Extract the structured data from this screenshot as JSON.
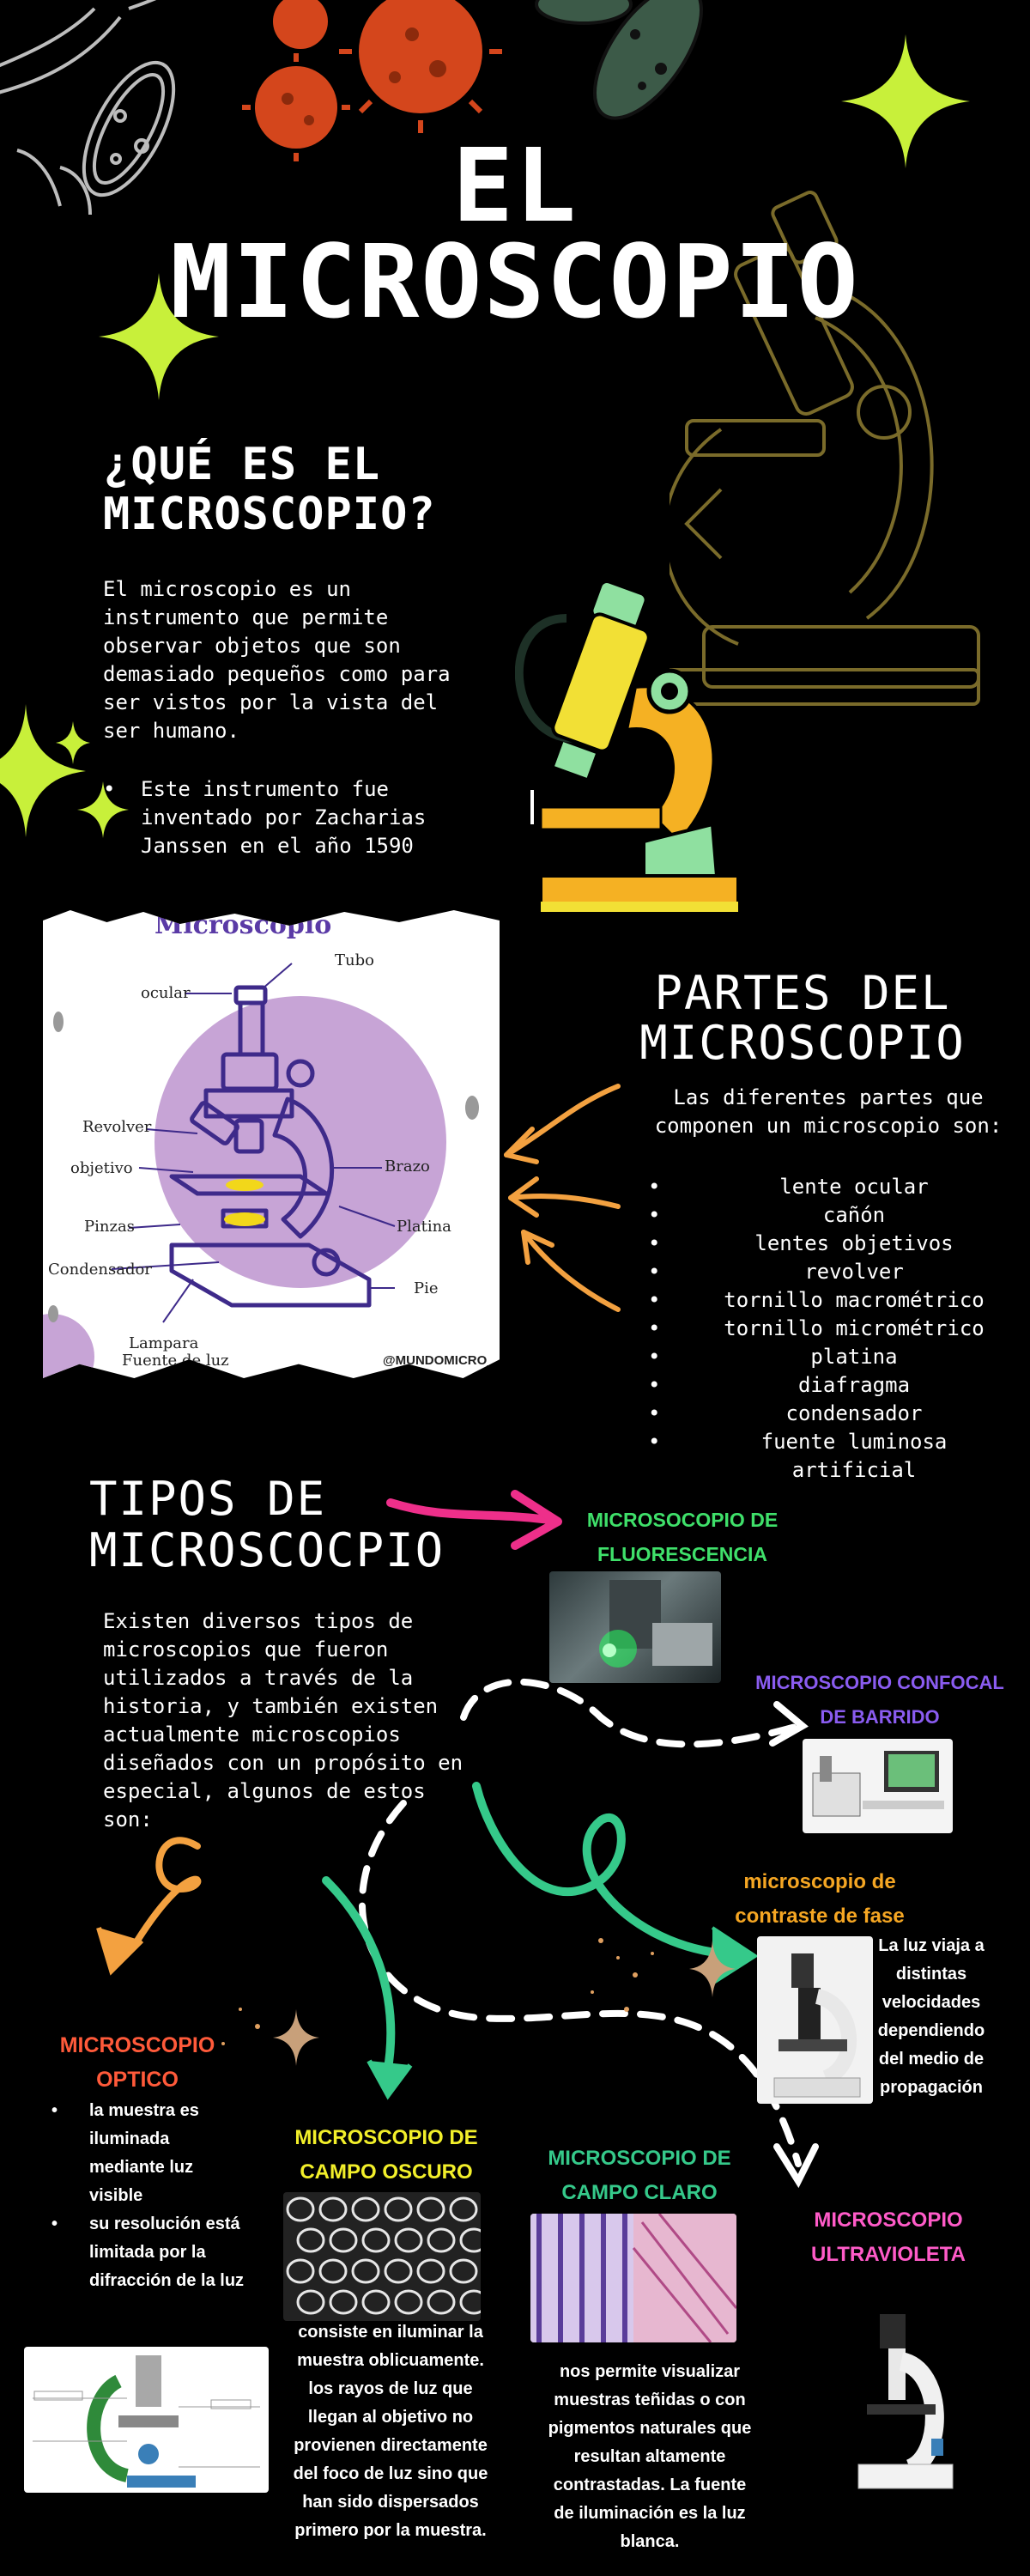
{
  "title": {
    "line1": "EL",
    "line2": "MICROSCOPIO"
  },
  "que_es": {
    "heading_line1": "¿QUÉ ES EL",
    "heading_line2": "MICROSCOPIO?",
    "paragraph": "El microscopio es un instrumento que permite observar objetos que son demasiado pequeños como para ser vistos por la vista del ser humano.",
    "bullet": "Este instrumento fue inventado por Zacharias Janssen en el año 1590"
  },
  "diagram": {
    "title": "Microscopio",
    "labels": {
      "tubo": "Tubo",
      "ocular": "ocular",
      "revolver": "Revolver",
      "objetivo": "objetivo",
      "pinzas": "Pinzas",
      "condensador": "Condensador",
      "brazo": "Brazo",
      "platina": "Platina",
      "pie": "Pie",
      "lampara": "Lampara",
      "fuente": "Fuente de luz"
    },
    "credit": "@MUNDOMICRO_"
  },
  "partes": {
    "heading_line1": "PARTES DEL",
    "heading_line2": "MICROSCOPIO",
    "intro": "Las diferentes partes que componen  un microscopio son:",
    "items": [
      "lente  ocular",
      "cañón",
      "lentes objetivos",
      "revolver",
      "tornillo macrométrico",
      "tornillo micrométrico",
      "platina",
      "diafragma",
      "condensador",
      "fuente luminosa artificial"
    ]
  },
  "tipos": {
    "heading_line1": "TIPOS DE",
    "heading_line2": "MICROSCOCPIO",
    "paragraph": "Existen diversos tipos de microscopios que fueron utilizados a través de la historia, y también existen actualmente microscopios diseñados con un propósito en especial, algunos de estos son:"
  },
  "types": {
    "fluorescencia": {
      "label": "MICROSOCOPIO DE FLUORESCENCIA"
    },
    "confocal": {
      "label": "MICROSCOPIO CONFOCAL DE  BARRIDO"
    },
    "contraste": {
      "label": "microscopio de contraste de fase",
      "desc": "La luz viaja a distintas velocidades dependiendo del medio de propagación"
    },
    "optico": {
      "label": "MICROSCOPIO OPTICO",
      "bullets": [
        "la muestra es iluminada mediante luz visible",
        "su resolución está limitada por la difracción de la luz"
      ]
    },
    "oscuro": {
      "label": "MICROSCOPIO DE CAMPO OSCURO",
      "desc": "consiste en iluminar la muestra oblicuamente. los rayos de luz que llegan al objetivo no provienen directamente del foco de luz sino que han sido dispersados primero por la muestra."
    },
    "claro": {
      "label": "MICROSCOPIO DE CAMPO CLARO",
      "desc": "nos permite visualizar muestras teñidas o con pigmentos naturales que resultan altamente contrastadas. La fuente de iluminación es la luz blanca."
    },
    "ultravioleta": {
      "label": "MICROSCOPIO ULTRAVIOLETA"
    }
  },
  "colors": {
    "fluorescencia": "#3fe06a",
    "confocal": "#8a5cf0",
    "contraste": "#f5a623",
    "optico": "#ff5a3a",
    "oscuro": "#f2ef2a",
    "claro": "#35c98a",
    "ultravioleta": "#ff5bc8",
    "pink_arrow": "#ee2f8a",
    "orange_arrow": "#f3a140",
    "sparkle": "#c8f03a"
  }
}
